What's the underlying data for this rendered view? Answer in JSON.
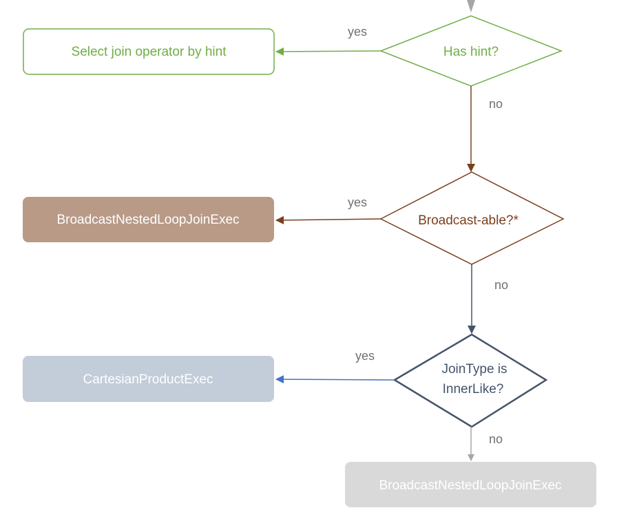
{
  "nodes": {
    "select_by_hint": {
      "label": "Select join operator by hint"
    },
    "has_hint": {
      "label": "Has hint?"
    },
    "bnlj_1": {
      "label": "BroadcastNestedLoopJoinExec"
    },
    "broadcast_able": {
      "label": "Broadcast-able?*"
    },
    "cartesian": {
      "label": "CartesianProductExec"
    },
    "jointype": {
      "line1": "JoinType is",
      "line2": "InnerLike?"
    },
    "bnlj_2": {
      "label": "BroadcastNestedLoopJoinExec"
    }
  },
  "edges": {
    "has_hint_yes": "yes",
    "has_hint_no": "no",
    "broadcast_yes": "yes",
    "broadcast_no": "no",
    "jointype_yes": "yes",
    "jointype_no": "no"
  },
  "colors": {
    "green": "#70ad47",
    "brown": "#7b3f1e",
    "tan_fill": "#b89a87",
    "navy": "#44546a",
    "blue_arrow": "#4472c4",
    "slate_fill": "#c3ccd9",
    "gray": "#a6a6a6",
    "light_gray_fill": "#d9d9d9",
    "label_gray": "#707070"
  }
}
